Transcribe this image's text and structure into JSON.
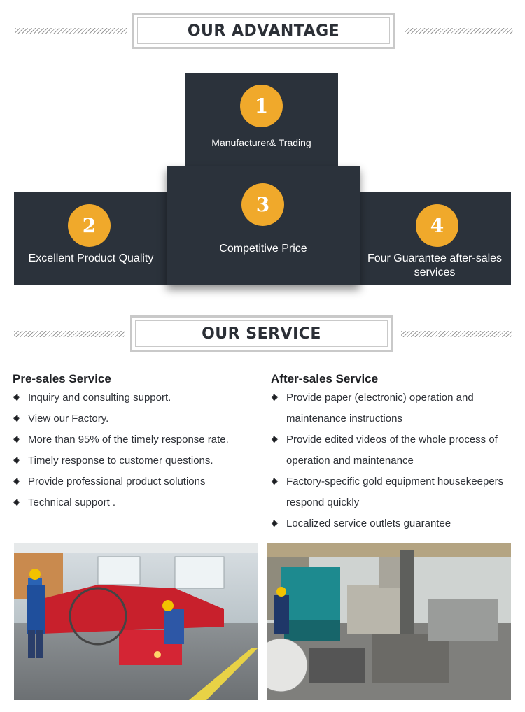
{
  "advantage": {
    "title": "OUR ADVANTAGE",
    "items": [
      {
        "number": "1",
        "label": "Manufacturer& Trading"
      },
      {
        "number": "2",
        "label": "Excellent Product Quality"
      },
      {
        "number": "3",
        "label": "Competitive Price"
      },
      {
        "number": "4",
        "label": "Four Guarantee after-sales services"
      }
    ]
  },
  "service": {
    "title": "OUR SERVICE",
    "pre_sales": {
      "heading": "Pre-sales Service",
      "items": [
        "Inquiry and consulting support.",
        "View our Factory.",
        "More than 95% of the timely response rate.",
        "Timely response to customer questions.",
        "Provide professional product solutions",
        "Technical support ."
      ]
    },
    "after_sales": {
      "heading": "After-sales Service",
      "items": [
        "Provide paper (electronic) operation and maintenance instructions",
        "Provide edited videos of the whole process of operation and maintenance",
        "Factory-specific gold equipment housekeepers respond quickly",
        "Localized service outlets guarantee"
      ]
    }
  },
  "colors": {
    "block": "#2b323b",
    "accent": "#f0a92b",
    "border": "#c9c9c9"
  },
  "bullet_glyph": "✹"
}
